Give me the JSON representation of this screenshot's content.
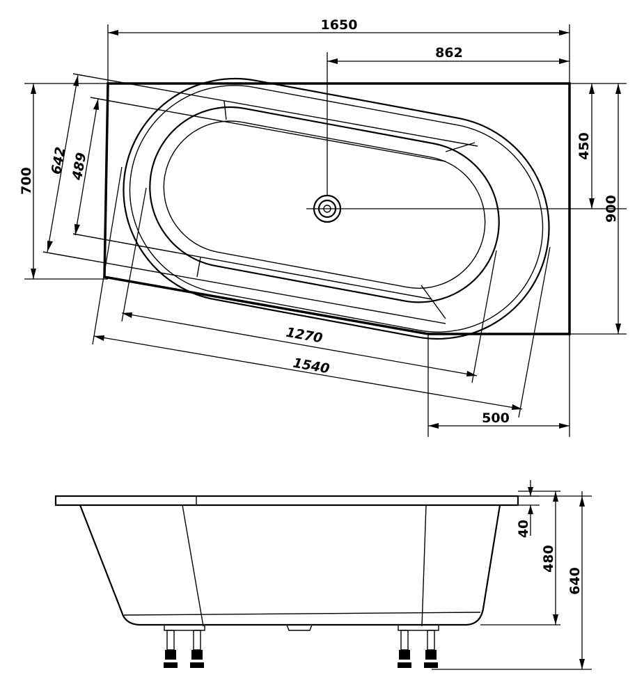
{
  "colors": {
    "line": "#000000",
    "background": "#ffffff"
  },
  "plan_view": {
    "dimensions": {
      "overall_length": "1650",
      "drain_offset": "862",
      "overall_width": "900",
      "drain_from_edge": "450",
      "short_side_width": "700",
      "outer_basin_width": "642",
      "inner_basin_width": "489",
      "inner_basin_length": "1270",
      "outer_basin_length": "1540",
      "corner_offset": "500"
    }
  },
  "side_view": {
    "dimensions": {
      "rim_thickness": "40",
      "basin_depth": "480",
      "total_height": "640"
    }
  }
}
